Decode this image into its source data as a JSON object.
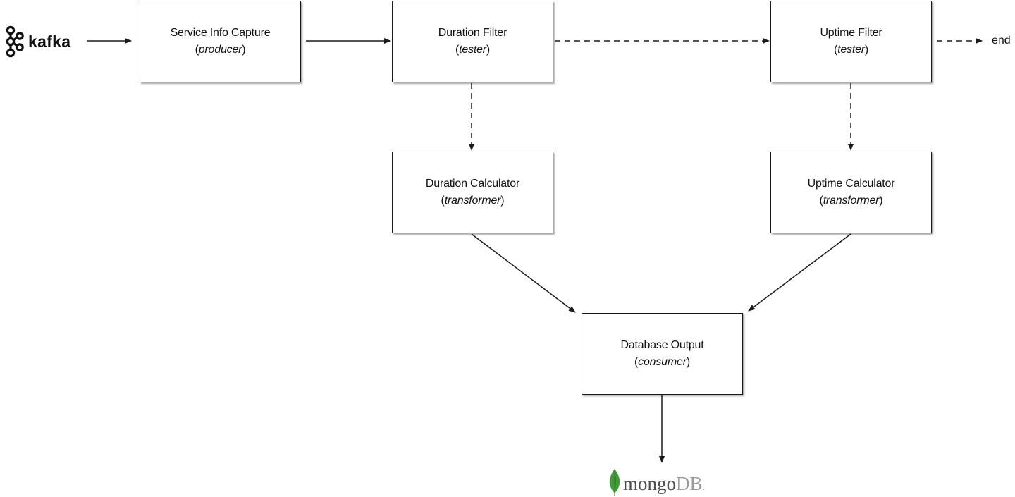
{
  "nodes": {
    "capture": {
      "name": "Service Info Capture",
      "role": "producer"
    },
    "duration_filter": {
      "name": "Duration Filter",
      "role": "tester"
    },
    "uptime_filter": {
      "name": "Uptime Filter",
      "role": "tester"
    },
    "duration_calculator": {
      "name": "Duration Calculator",
      "role": "transformer"
    },
    "uptime_calculator": {
      "name": "Uptime Calculator",
      "role": "transformer"
    },
    "database_output": {
      "name": "Database Output",
      "role": "consumer"
    }
  },
  "source": {
    "logo_text": "kafka"
  },
  "sink": {
    "logo_text_main": "mongo",
    "logo_text_db": "DB",
    "logo_text_dot": "."
  },
  "end_label": "end",
  "edges": [
    {
      "from": "source",
      "to": "capture",
      "style": "solid"
    },
    {
      "from": "capture",
      "to": "duration_filter",
      "style": "solid"
    },
    {
      "from": "duration_filter",
      "to": "uptime_filter",
      "style": "dashed"
    },
    {
      "from": "uptime_filter",
      "to": "end",
      "style": "dashed"
    },
    {
      "from": "duration_filter",
      "to": "duration_calculator",
      "style": "dashed"
    },
    {
      "from": "uptime_filter",
      "to": "uptime_calculator",
      "style": "dashed"
    },
    {
      "from": "duration_calculator",
      "to": "database_output",
      "style": "solid"
    },
    {
      "from": "uptime_calculator",
      "to": "database_output",
      "style": "solid"
    },
    {
      "from": "database_output",
      "to": "sink",
      "style": "solid"
    }
  ],
  "colors": {
    "stroke": "#1a1a1a",
    "leaf_green": "#3f9a36",
    "leaf_dark": "#2c6f26"
  }
}
